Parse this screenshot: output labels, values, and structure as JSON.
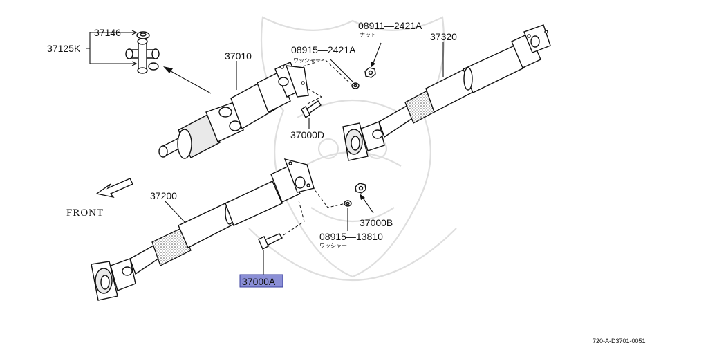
{
  "diagram": {
    "front_label": "FRONT",
    "ref_code": "720-A-D3701-0051",
    "labels": {
      "p37146": "37146",
      "p37125k": "37125K",
      "p37010": "37010",
      "p08915_2421a": "08915—2421A",
      "p08915_2421a_kana": "ワッシャー",
      "p08911_2421a": "08911—2421A",
      "p08911_2421a_kana": "ナット",
      "p37320": "37320",
      "p37000d": "37000D",
      "p37200": "37200",
      "p37000b": "37000B",
      "p08915_13810": "08915—13810",
      "p08915_13810_kana": "ワッシャー",
      "p37000a": "37000A"
    },
    "highlight_color": "#8b8fd6"
  }
}
